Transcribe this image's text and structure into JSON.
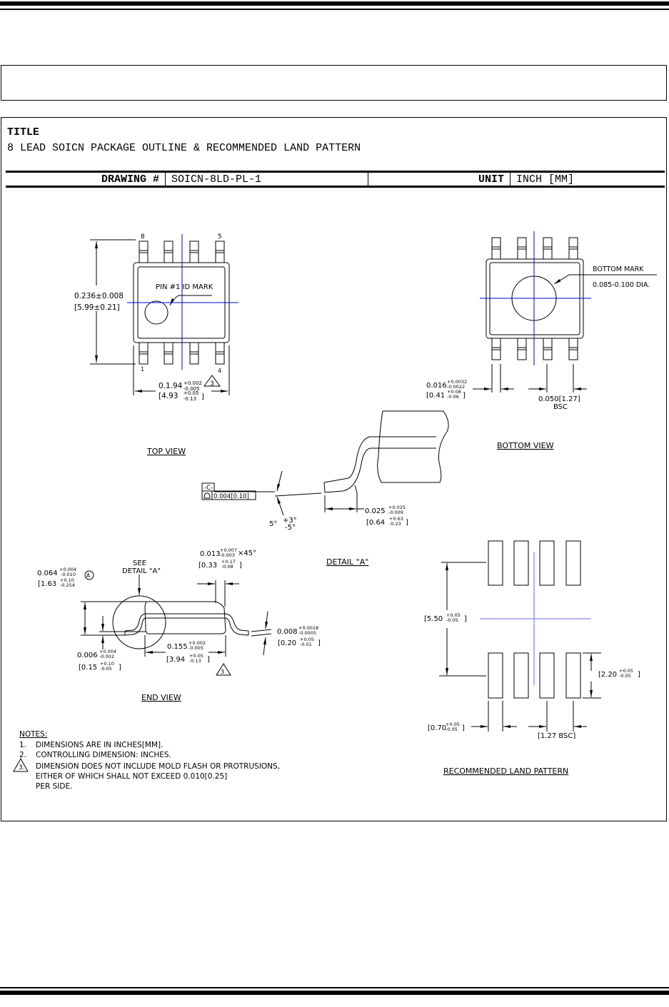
{
  "title_block": {
    "title_label": "TITLE",
    "title": "8 LEAD SOICN PACKAGE OUTLINE & RECOMMENDED LAND PATTERN",
    "drawing_label": "DRAWING #",
    "drawing_number": "SOICN-8LD-PL-1",
    "unit_label": "UNIT",
    "unit_value": "INCH [MM]"
  },
  "top_view": {
    "caption": "TOP VIEW",
    "pin_labels": [
      "8",
      "5",
      "1",
      "4"
    ],
    "pin1_mark": "PIN #1 ID MARK",
    "height_dim": "0.236±0.008",
    "height_dim_mm": "[5.99±0.21]",
    "width_dim": "0.1.94",
    "width_tol": [
      "+0.002",
      "-0.005"
    ],
    "width_dim_mm": "[4.93",
    "width_tol_mm": [
      "+0.05",
      "-0.13"
    ],
    "note_ref": "3"
  },
  "bottom_view": {
    "caption": "BOTTOM VIEW",
    "mark_label": "BOTTOM MARK",
    "mark_dia": "0.085-0.100 DIA.",
    "lead_width": "0.016",
    "lead_width_tol": [
      "+0.0032",
      "-0.0022"
    ],
    "lead_width_mm": "[0.41",
    "lead_width_tol_mm": [
      "+0.08",
      "-0.06"
    ],
    "pitch": "0.050[1.27]",
    "pitch_note": "BSC"
  },
  "detail_a": {
    "caption": "DETAIL \"A\"",
    "datum": "-C-",
    "flatness": "0.004[0.10]",
    "angle": "5°",
    "angle_tol": [
      "+3°",
      "-5°"
    ],
    "foot_len": "0.025",
    "foot_len_tol": [
      "+0.025",
      "-0.009"
    ],
    "foot_len_mm": "[0.64",
    "foot_len_tol_mm": [
      "+0.63",
      "-0.23"
    ]
  },
  "end_view": {
    "caption": "END VIEW",
    "see_detail": [
      "SEE",
      "DETAIL \"A\""
    ],
    "height": "0.064",
    "height_tol": [
      "+0.004",
      "-0.010"
    ],
    "height_mm": "[1.63",
    "height_tol_mm": [
      "+0.10",
      "-0.254"
    ],
    "datum_ref": "A",
    "standoff": "0.006",
    "standoff_tol": [
      "+0.004",
      "-0.002"
    ],
    "standoff_mm": "[0.15",
    "standoff_tol_mm": [
      "+0.10",
      "-0.05"
    ],
    "body_width": "0.155",
    "body_width_tol": [
      "+0.002",
      "-0.005"
    ],
    "body_width_mm": "[3.94",
    "body_width_tol_mm": [
      "+0.05",
      "-0.13"
    ],
    "chamfer": "0.013",
    "chamfer_tol": [
      "+0.007",
      "-0.003"
    ],
    "chamfer_suffix": "×45°",
    "chamfer_mm": "[0.33",
    "chamfer_tol_mm": [
      "+0.17",
      "-0.08"
    ],
    "lead_thk": "0.008",
    "lead_thk_tol": [
      "+0.0018",
      "-0.0005"
    ],
    "lead_thk_mm": "[0.20",
    "lead_thk_tol_mm": [
      "+0.05",
      "-0.01"
    ],
    "note_ref": "3"
  },
  "land_pattern": {
    "caption": "RECOMMENDED LAND PATTERN",
    "span": "[5.50",
    "span_tol": [
      "+0.05",
      "-0.05"
    ],
    "pad_len": "[2.20",
    "pad_len_tol": [
      "+0.05",
      "-0.05"
    ],
    "pad_width": "[0.70",
    "pad_width_tol": [
      "+0.05",
      "-0.05"
    ],
    "pitch": "[1.27  BSC]"
  },
  "notes": {
    "heading": "NOTES:",
    "items": [
      {
        "num": "1.",
        "text": "DIMENSIONS ARE IN INCHES[MM]."
      },
      {
        "num": "2.",
        "text": "CONTROLLING DIMENSION: INCHES."
      },
      {
        "num": "3.",
        "text": "DIMENSION DOES NOT INCLUDE MOLD FLASH OR PROTRUSIONS,"
      }
    ],
    "continuation": [
      "EITHER OF WHICH SHALL NOT EXCEED 0.010[0.25]",
      "PER SIDE."
    ]
  },
  "colors": {
    "centerline": "#0000cc",
    "land_centerline": "#6666ee",
    "ink": "#000000"
  }
}
